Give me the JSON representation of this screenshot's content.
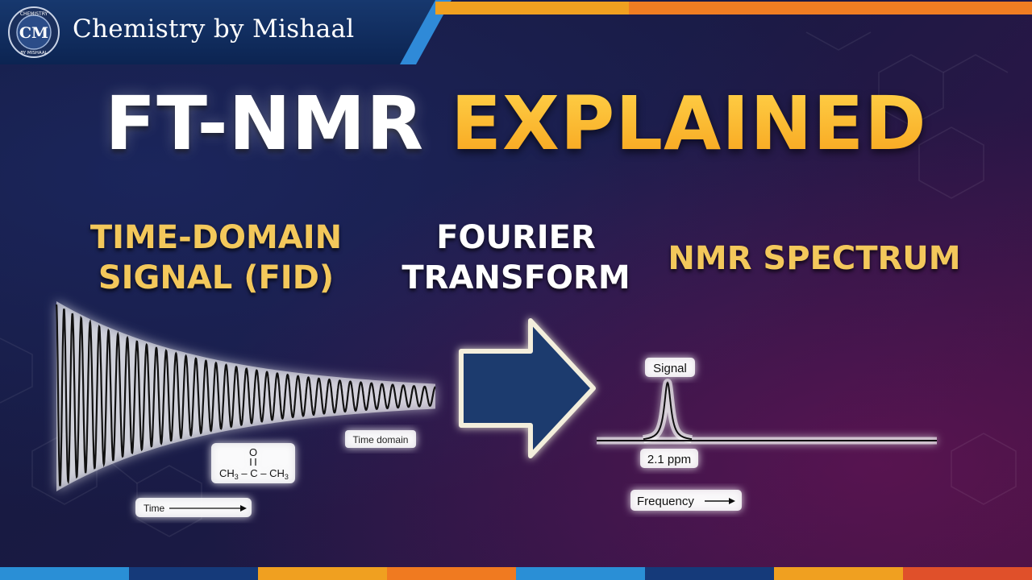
{
  "brand": {
    "name": "Chemistry by Mishaal",
    "logo_letters": "CM",
    "logo_ring_top": "CHEMISTRY",
    "logo_ring_bottom": "BY MISHAAL"
  },
  "title": {
    "part1": "FT-NMR",
    "part2": "EXPLAINED"
  },
  "fid_panel": {
    "heading_line1": "TIME-DOMAIN",
    "heading_line2": "SIGNAL (FID)",
    "time_domain_label": "Time domain",
    "time_label": "Time",
    "molecule": {
      "left": "CH",
      "left_sub": "3",
      "center": "C",
      "right": "CH",
      "right_sub": "3",
      "top_atom": "O"
    }
  },
  "transform": {
    "heading_line1": "FOURIER",
    "heading_line2": "TRANSFORM",
    "arrow_icon": "right-arrow-icon"
  },
  "spectrum": {
    "heading": "NMR SPECTRUM",
    "peak_label": "Signal",
    "peak_position_label": "2.1 ppm",
    "axis_label": "Frequency"
  },
  "colors": {
    "gold": "#f3c85b",
    "title_gold": "#f7b02a",
    "arrow_blue": "#1c3a6e",
    "brand_bar": "#0f2a5a"
  },
  "bottom_strip_colors": [
    "#2a8fd6",
    "#153a7a",
    "#f0a020",
    "#f07a20",
    "#2a8fd6",
    "#153a7a",
    "#f0a020",
    "#e0502a"
  ]
}
